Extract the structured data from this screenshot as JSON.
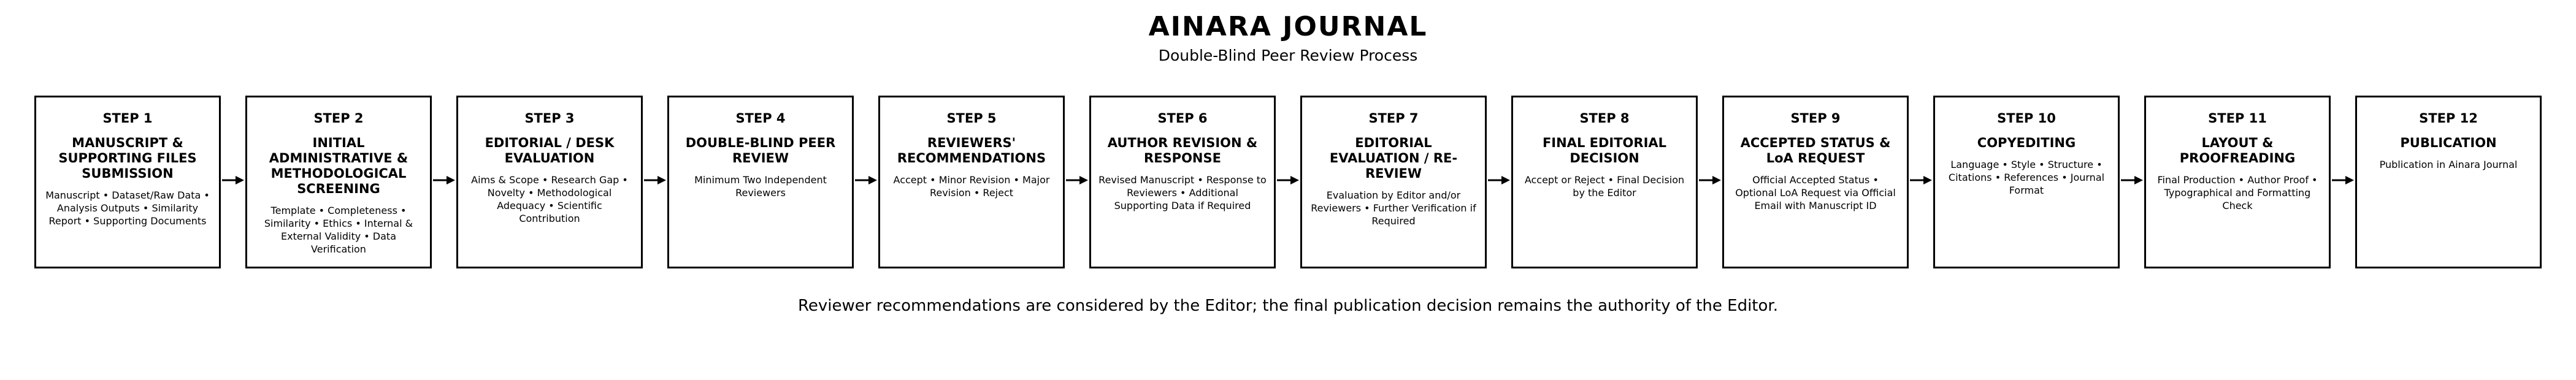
{
  "header": {
    "title": "AINARA JOURNAL",
    "subtitle": "Double-Blind Peer Review Process"
  },
  "steps": [
    {
      "label": "STEP 1",
      "title": "MANUSCRIPT & SUPPORTING FILES SUBMISSION",
      "description": "Manuscript • Dataset/Raw Data • Analysis Outputs • Similarity Report • Supporting Documents"
    },
    {
      "label": "STEP 2",
      "title": "INITIAL ADMINISTRATIVE & METHODOLOGICAL SCREENING",
      "description": "Template • Completeness • Similarity • Ethics • Internal & External Validity • Data Verification"
    },
    {
      "label": "STEP 3",
      "title": "EDITORIAL / DESK EVALUATION",
      "description": "Aims & Scope • Research Gap • Novelty • Methodological Adequacy • Scientific Contribution"
    },
    {
      "label": "STEP 4",
      "title": "DOUBLE-BLIND PEER REVIEW",
      "description": "Minimum Two Independent Reviewers"
    },
    {
      "label": "STEP 5",
      "title": "REVIEWERS' RECOMMENDATIONS",
      "description": "Accept • Minor Revision • Major Revision • Reject"
    },
    {
      "label": "STEP 6",
      "title": "AUTHOR REVISION & RESPONSE",
      "description": "Revised Manuscript • Response to Reviewers • Additional Supporting Data if Required"
    },
    {
      "label": "STEP 7",
      "title": "EDITORIAL EVALUATION / RE-REVIEW",
      "description": "Evaluation by Editor and/or Reviewers • Further Verification if Required"
    },
    {
      "label": "STEP 8",
      "title": "FINAL EDITORIAL DECISION",
      "description": "Accept or Reject • Final Decision by the Editor"
    },
    {
      "label": "STEP 9",
      "title": "ACCEPTED STATUS & LoA REQUEST",
      "description": "Official Accepted Status • Optional LoA Request via Official Email with Manuscript ID"
    },
    {
      "label": "STEP 10",
      "title": "COPYEDITING",
      "description": "Language • Style • Structure • Citations • References • Journal Format"
    },
    {
      "label": "STEP 11",
      "title": "LAYOUT & PROOFREADING",
      "description": "Final Production • Author Proof • Typographical and Formatting Check"
    },
    {
      "label": "STEP 12",
      "title": "PUBLICATION",
      "description": "Publication in Ainara Journal"
    }
  ],
  "footer": {
    "note": "Reviewer recommendations are considered by the Editor; the final publication decision remains the authority of the Editor."
  }
}
